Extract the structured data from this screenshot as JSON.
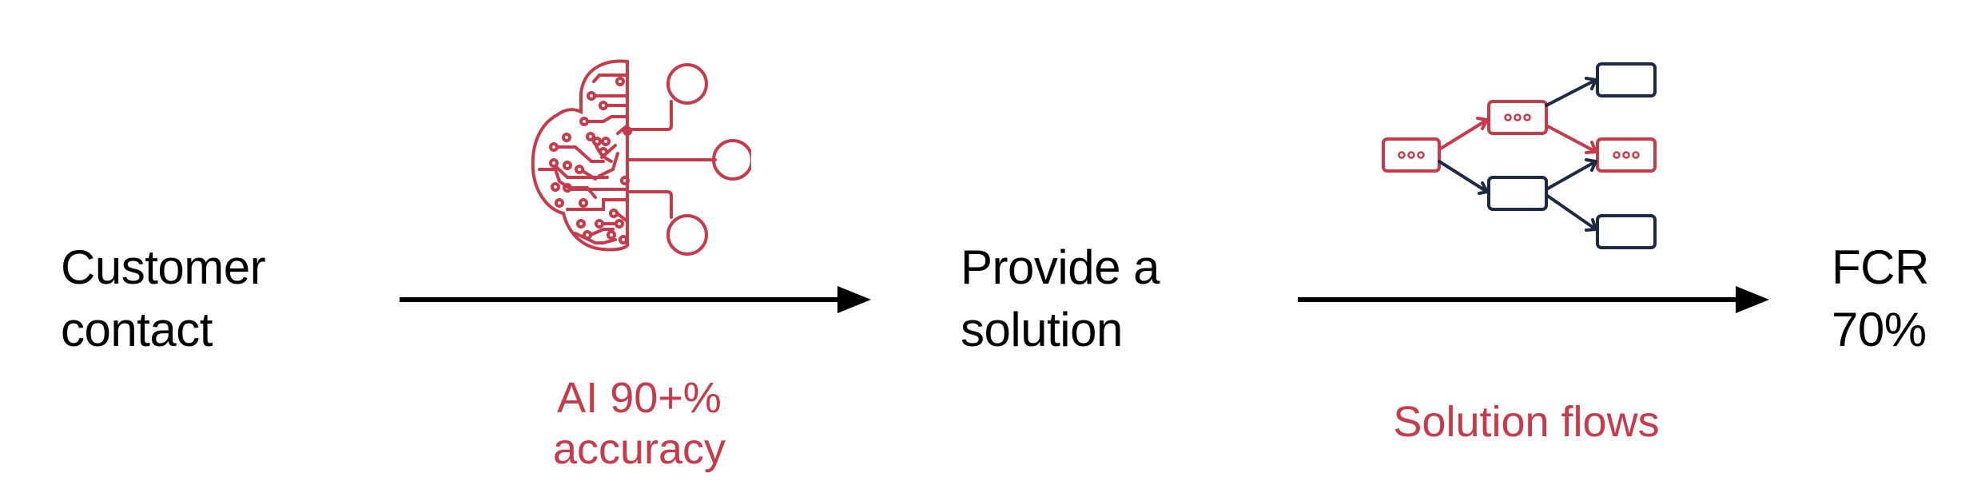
{
  "colors": {
    "accent": "#c8394a",
    "text": "#000000",
    "navy": "#1e2a44",
    "background": "#ffffff"
  },
  "steps": [
    {
      "id": "customer-contact",
      "lines": [
        "Customer",
        "contact"
      ]
    },
    {
      "id": "provide-solution",
      "lines": [
        "Provide a",
        "solution"
      ]
    },
    {
      "id": "fcr",
      "lines": [
        "FCR",
        "70%"
      ]
    }
  ],
  "transitions": [
    {
      "from": "customer-contact",
      "to": "provide-solution",
      "icon": "ai-brain-circuit-icon",
      "caption_lines": [
        "AI 90+%",
        "accuracy"
      ]
    },
    {
      "from": "provide-solution",
      "to": "fcr",
      "icon": "flowchart-icon",
      "caption_lines": [
        "Solution flows"
      ]
    }
  ]
}
